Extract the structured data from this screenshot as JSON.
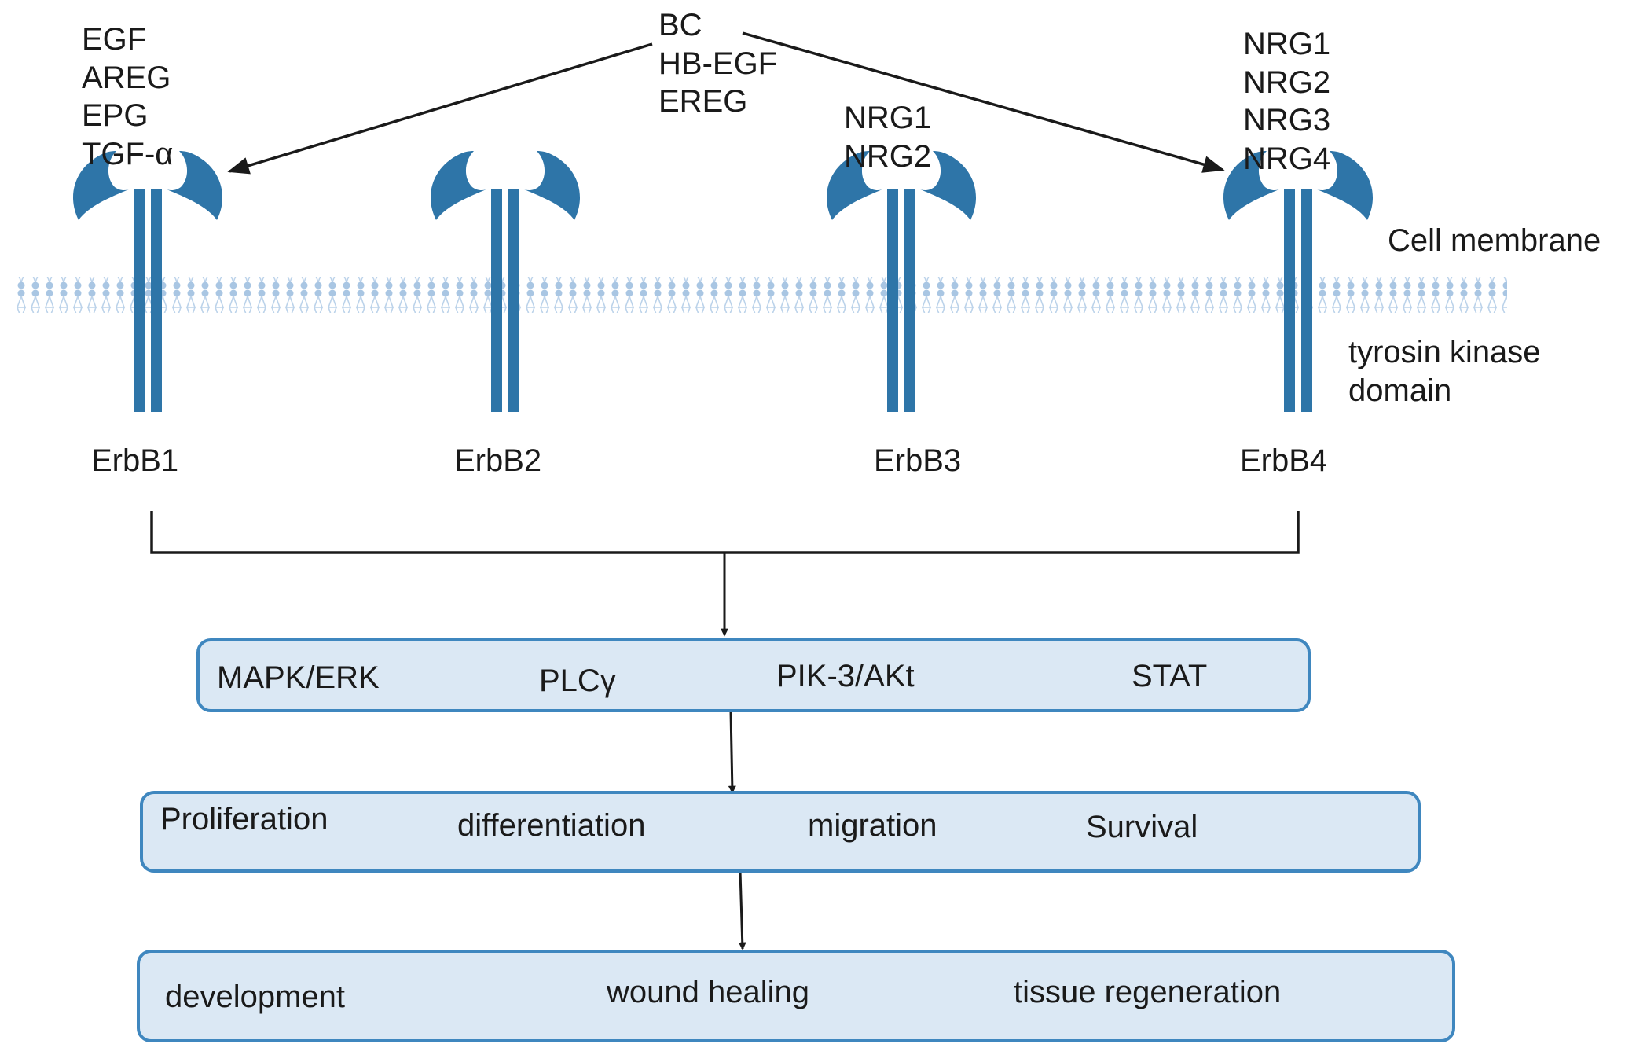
{
  "ligands": {
    "erbb1": [
      "EGF",
      "AREG",
      "EPG",
      "TGF-α"
    ],
    "shared": [
      "BC",
      "HB-EGF",
      "EREG"
    ],
    "erbb3": [
      "NRG1",
      "NRG2"
    ],
    "erbb4": [
      "NRG1",
      "NRG2",
      "NRG3",
      "NRG4"
    ]
  },
  "labels": {
    "cell_membrane": "Cell membrane",
    "tyrosine_kinase_line1": "tyrosin kinase",
    "tyrosine_kinase_line2": "domain"
  },
  "receptors": [
    "ErbB1",
    "ErbB2",
    "ErbB3",
    "ErbB4"
  ],
  "pathways": [
    "MAPK/ERK",
    "PLCγ",
    "PIK-3/AKt",
    "STAT"
  ],
  "cell_processes": [
    "Proliferation",
    "differentiation",
    "migration",
    "Survival"
  ],
  "outcomes": [
    "development",
    "wound healing",
    "tissue regeneration"
  ],
  "colors": {
    "receptor": "#2e75a8",
    "membrane": "#a9c6e3",
    "box_fill": "#dbe8f4",
    "box_border": "#3f87bf",
    "line": "#1a1a1a"
  }
}
